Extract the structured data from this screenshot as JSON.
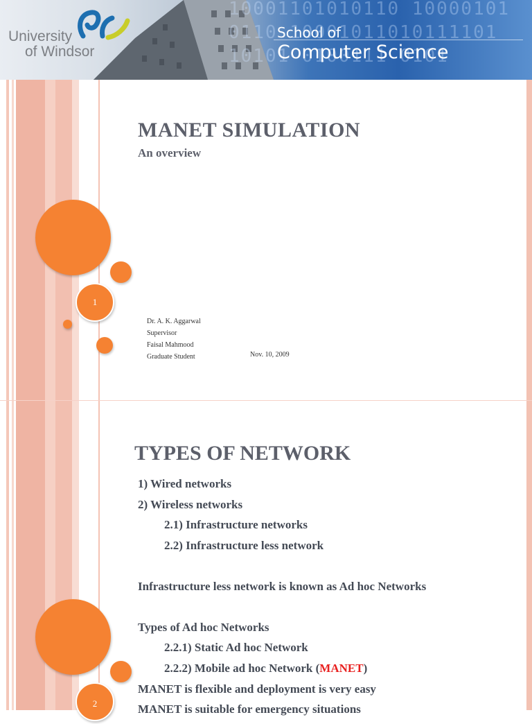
{
  "header": {
    "university_line1": "University",
    "university_line2": "of Windsor",
    "school_small": "School of",
    "school_big": "Computer Science"
  },
  "slide1": {
    "number": "1",
    "title": "MANET SIMULATION",
    "subtitle": "An overview",
    "credits": [
      "Dr. A. K. Aggarwal",
      "Supervisor",
      "Faisal Mahmood",
      "Graduate Student"
    ],
    "date": "Nov. 10, 2009"
  },
  "slide2": {
    "number": "2",
    "title": "TYPES OF NETWORK",
    "lines": [
      "1) Wired networks",
      "2) Wireless networks",
      "2.1) Infrastructure networks",
      "2.2) Infrastructure less network",
      "Infrastructure less network is known as Ad hoc Networks",
      "Types of Ad hoc Networks",
      "2.2.1) Static Ad hoc Network",
      "2.2.2) Mobile ad hoc Network (",
      "MANET",
      ")",
      "MANET is flexible and deployment is very easy",
      "MANET is suitable for emergency situations"
    ]
  },
  "colors": {
    "accent": "#f58232",
    "highlight": "#e8201f",
    "title": "#5c5f6a"
  }
}
